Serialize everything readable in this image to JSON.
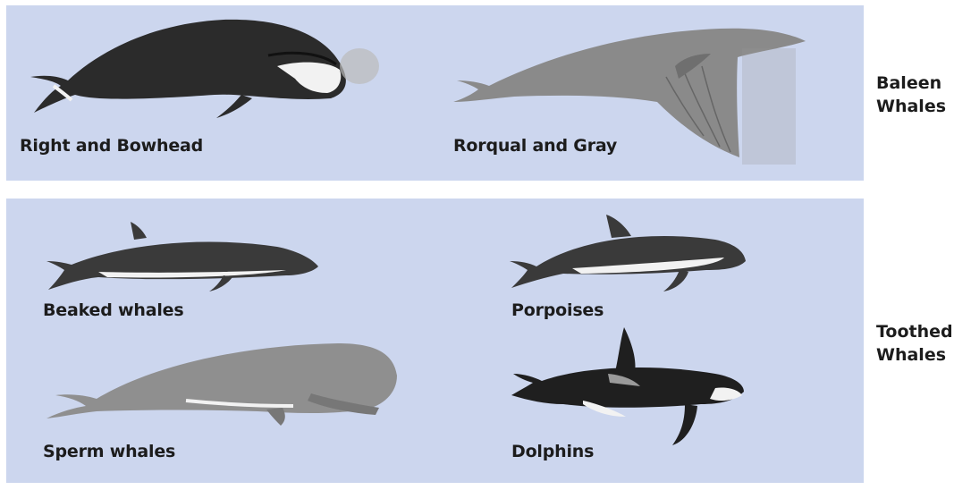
{
  "groups": [
    {
      "title_line1": "Baleen",
      "title_line2": "Whales",
      "species": [
        {
          "label": "Right and Bowhead",
          "image": "right-whale-illustration"
        },
        {
          "label": "Rorqual and Gray",
          "image": "rorqual-whale-illustration"
        }
      ]
    },
    {
      "title_line1": "Toothed",
      "title_line2": "Whales",
      "species": [
        {
          "label": "Beaked whales",
          "image": "beaked-whale-illustration"
        },
        {
          "label": "Porpoises",
          "image": "porpoise-illustration"
        },
        {
          "label": "Sperm whales",
          "image": "sperm-whale-illustration"
        },
        {
          "label": "Dolphins",
          "image": "dolphin-illustration"
        }
      ]
    }
  ],
  "colors": {
    "panel_background": "#ccd6ee",
    "whale_dark": "#2b2b2b",
    "whale_gray": "#8a8a8a",
    "whale_belly": "#f2f2f2"
  }
}
